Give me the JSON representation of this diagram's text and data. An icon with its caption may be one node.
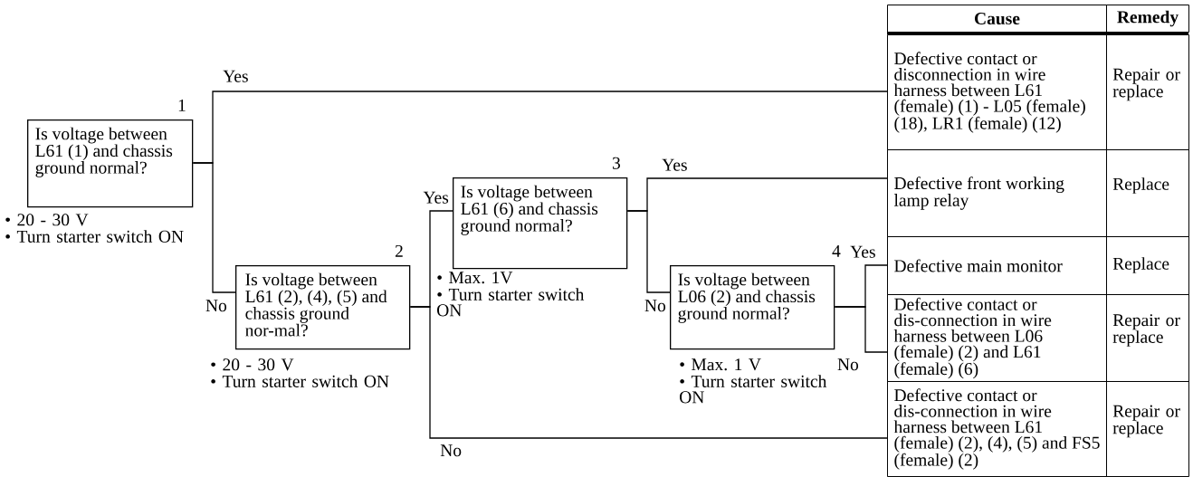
{
  "diagram": {
    "nodes": [
      {
        "text": [
          "Is voltage between L61 (1) and chassis ground normal?"
        ],
        "beside": [
          "1",
          "• 20 - 30 V",
          "• Turn starter switch ON"
        ]
      },
      {
        "text": [
          "Is voltage between L61 (2), (4), (5) and chassis ground nor-mal?"
        ],
        "beside": [
          "2",
          "• 20 - 30 V",
          "• Turn starter switch ON"
        ]
      },
      {
        "text": [
          "Is voltage between L61 (6) and chassis ground normal?"
        ],
        "beside": [
          "3",
          "• Max. 1V",
          "• Turn starter switch ON"
        ]
      },
      {
        "text": [
          "Is voltage between L06 (2) and chassis ground normal?"
        ],
        "beside": [
          "4",
          "• Max. 1 V",
          "• Turn starter switch ON"
        ]
      },
      {
        "text": [
          "Defective contact or disconnection in wire harness between L61 (female) (1) - L05 (female) (18), LR1 (female) (12)",
          "Repair or replace"
        ]
      },
      {
        "text": [
          "Defective front working lamp relay",
          "Replace"
        ]
      },
      {
        "text": [
          "Defective main monitor",
          "Replace"
        ]
      },
      {
        "text": [
          "Defective contact or dis-connection in wire harness between L06 (female) (2) and L61 (female) (6)",
          "Repair or replace"
        ]
      },
      {
        "text": [
          "Defective contact or dis-connection in wire harness between L61 (female) (2), (4), (5) and FS5 (female) (2)",
          "Repair or replace"
        ]
      }
    ],
    "edges": [
      {
        "from": 0,
        "to": 4,
        "arrow": "none",
        "label": "Yes"
      },
      {
        "from": 0,
        "to": 1,
        "arrow": "none",
        "label": "No"
      },
      {
        "from": 1,
        "to": 2,
        "arrow": "none",
        "label": "Yes"
      },
      {
        "from": 1,
        "to": 8,
        "arrow": "none",
        "label": "No"
      },
      {
        "from": 2,
        "to": 5,
        "arrow": "none",
        "label": "Yes"
      },
      {
        "from": 2,
        "to": 3,
        "arrow": "none",
        "label": "No"
      },
      {
        "from": 3,
        "to": 6,
        "arrow": "none",
        "label": "Yes"
      },
      {
        "from": 3,
        "to": 7,
        "arrow": "none",
        "label": "No"
      }
    ],
    "labels": [
      "Cause",
      "Remedy"
    ]
  }
}
